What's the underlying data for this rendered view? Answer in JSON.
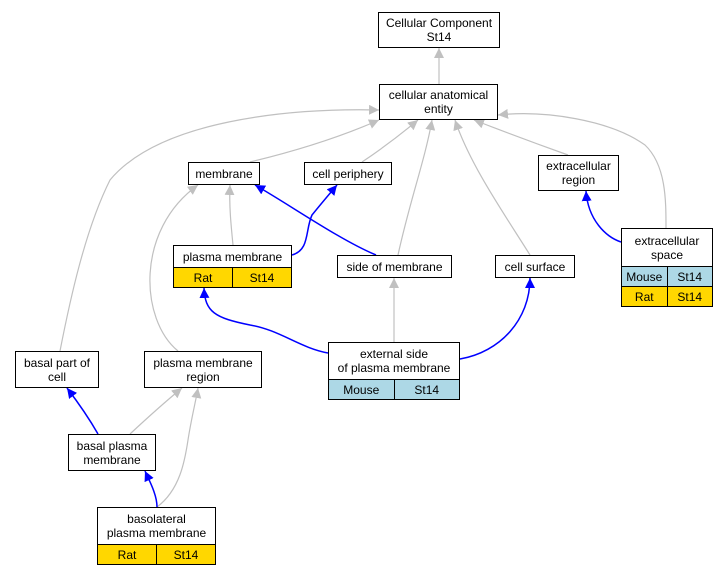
{
  "colors": {
    "mouse": "#add8e6",
    "rat": "#ffd700",
    "edge_is_a": "#c0c0c0",
    "edge_part_of": "#0000ff"
  },
  "nodes": {
    "cc_root": {
      "lines": [
        "Cellular Component",
        "St14"
      ]
    },
    "cell_anat": {
      "lines": [
        "cellular anatomical",
        "entity"
      ]
    },
    "membrane": {
      "lines": [
        "membrane"
      ]
    },
    "cell_periphery": {
      "lines": [
        "cell periphery"
      ]
    },
    "extracell_region": {
      "lines": [
        "extracellular",
        "region"
      ]
    },
    "plasma_membrane": {
      "lines": [
        "plasma membrane"
      ],
      "tags": [
        {
          "label": "Rat",
          "species": "rat"
        },
        {
          "label": "St14",
          "species": "rat"
        }
      ]
    },
    "side_membrane": {
      "lines": [
        "side of membrane"
      ]
    },
    "cell_surface": {
      "lines": [
        "cell surface"
      ]
    },
    "extracell_space": {
      "lines": [
        "extracellular",
        "space"
      ],
      "tags": [
        {
          "label": "Mouse",
          "species": "mouse"
        },
        {
          "label": "St14",
          "species": "mouse"
        }
      ],
      "tags2": [
        {
          "label": "Rat",
          "species": "rat"
        },
        {
          "label": "St14",
          "species": "rat"
        }
      ]
    },
    "basal_part": {
      "lines": [
        "basal part of",
        "cell"
      ]
    },
    "pm_region": {
      "lines": [
        "plasma membrane",
        "region"
      ]
    },
    "ext_side_pm": {
      "lines": [
        "external side",
        "of plasma membrane"
      ],
      "tags": [
        {
          "label": "Mouse",
          "species": "mouse"
        },
        {
          "label": "St14",
          "species": "mouse"
        }
      ]
    },
    "basal_pm": {
      "lines": [
        "basal plasma",
        "membrane"
      ]
    },
    "basolateral_pm": {
      "lines": [
        "basolateral",
        "plasma membrane"
      ],
      "tags": [
        {
          "label": "Rat",
          "species": "rat"
        },
        {
          "label": "St14",
          "species": "rat"
        }
      ]
    }
  },
  "edges": [
    {
      "from": "cell_anat",
      "to": "cc_root",
      "type": "is_a"
    },
    {
      "from": "membrane",
      "to": "cell_anat",
      "type": "is_a"
    },
    {
      "from": "cell_periphery",
      "to": "cell_anat",
      "type": "is_a"
    },
    {
      "from": "extracell_region",
      "to": "cell_anat",
      "type": "is_a"
    },
    {
      "from": "side_membrane",
      "to": "cell_anat",
      "type": "is_a"
    },
    {
      "from": "cell_surface",
      "to": "cell_anat",
      "type": "is_a"
    },
    {
      "from": "extracell_space",
      "to": "cell_anat",
      "type": "is_a"
    },
    {
      "from": "basal_part",
      "to": "cell_anat",
      "type": "is_a"
    },
    {
      "from": "plasma_membrane",
      "to": "membrane",
      "type": "is_a"
    },
    {
      "from": "pm_region",
      "to": "membrane",
      "type": "is_a"
    },
    {
      "from": "plasma_membrane",
      "to": "cell_periphery",
      "type": "part_of"
    },
    {
      "from": "side_membrane",
      "to": "membrane",
      "type": "part_of"
    },
    {
      "from": "extracell_space",
      "to": "extracell_region",
      "type": "part_of"
    },
    {
      "from": "ext_side_pm",
      "to": "side_membrane",
      "type": "is_a"
    },
    {
      "from": "ext_side_pm",
      "to": "plasma_membrane",
      "type": "part_of"
    },
    {
      "from": "ext_side_pm",
      "to": "cell_surface",
      "type": "part_of"
    },
    {
      "from": "basal_pm",
      "to": "basal_part",
      "type": "part_of"
    },
    {
      "from": "basal_pm",
      "to": "pm_region",
      "type": "is_a"
    },
    {
      "from": "basolateral_pm",
      "to": "pm_region",
      "type": "is_a"
    },
    {
      "from": "basolateral_pm",
      "to": "basal_pm",
      "type": "part_of"
    }
  ]
}
